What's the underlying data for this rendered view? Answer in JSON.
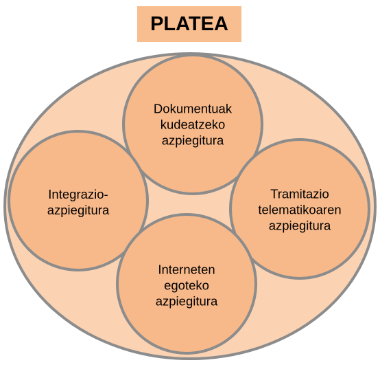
{
  "title": "PLATEA",
  "colors": {
    "outer_fill": "#fbd3b3",
    "circle_fill": "#f8b98a",
    "title_fill": "#f9be8f",
    "stroke": "#8c8c8c"
  },
  "circles": [
    {
      "id": "dokumentuak",
      "lines": [
        "Dokumentuak",
        "kudeatzeko",
        "azpiegitura"
      ]
    },
    {
      "id": "integrazio",
      "lines": [
        "Integrazio-",
        "azpiegitura"
      ]
    },
    {
      "id": "tramitazio",
      "lines": [
        "Tramitazio",
        "telematikoaren",
        "azpiegitura"
      ]
    },
    {
      "id": "interneten",
      "lines": [
        "Interneten",
        "egoteko",
        "azpiegitura"
      ]
    }
  ]
}
